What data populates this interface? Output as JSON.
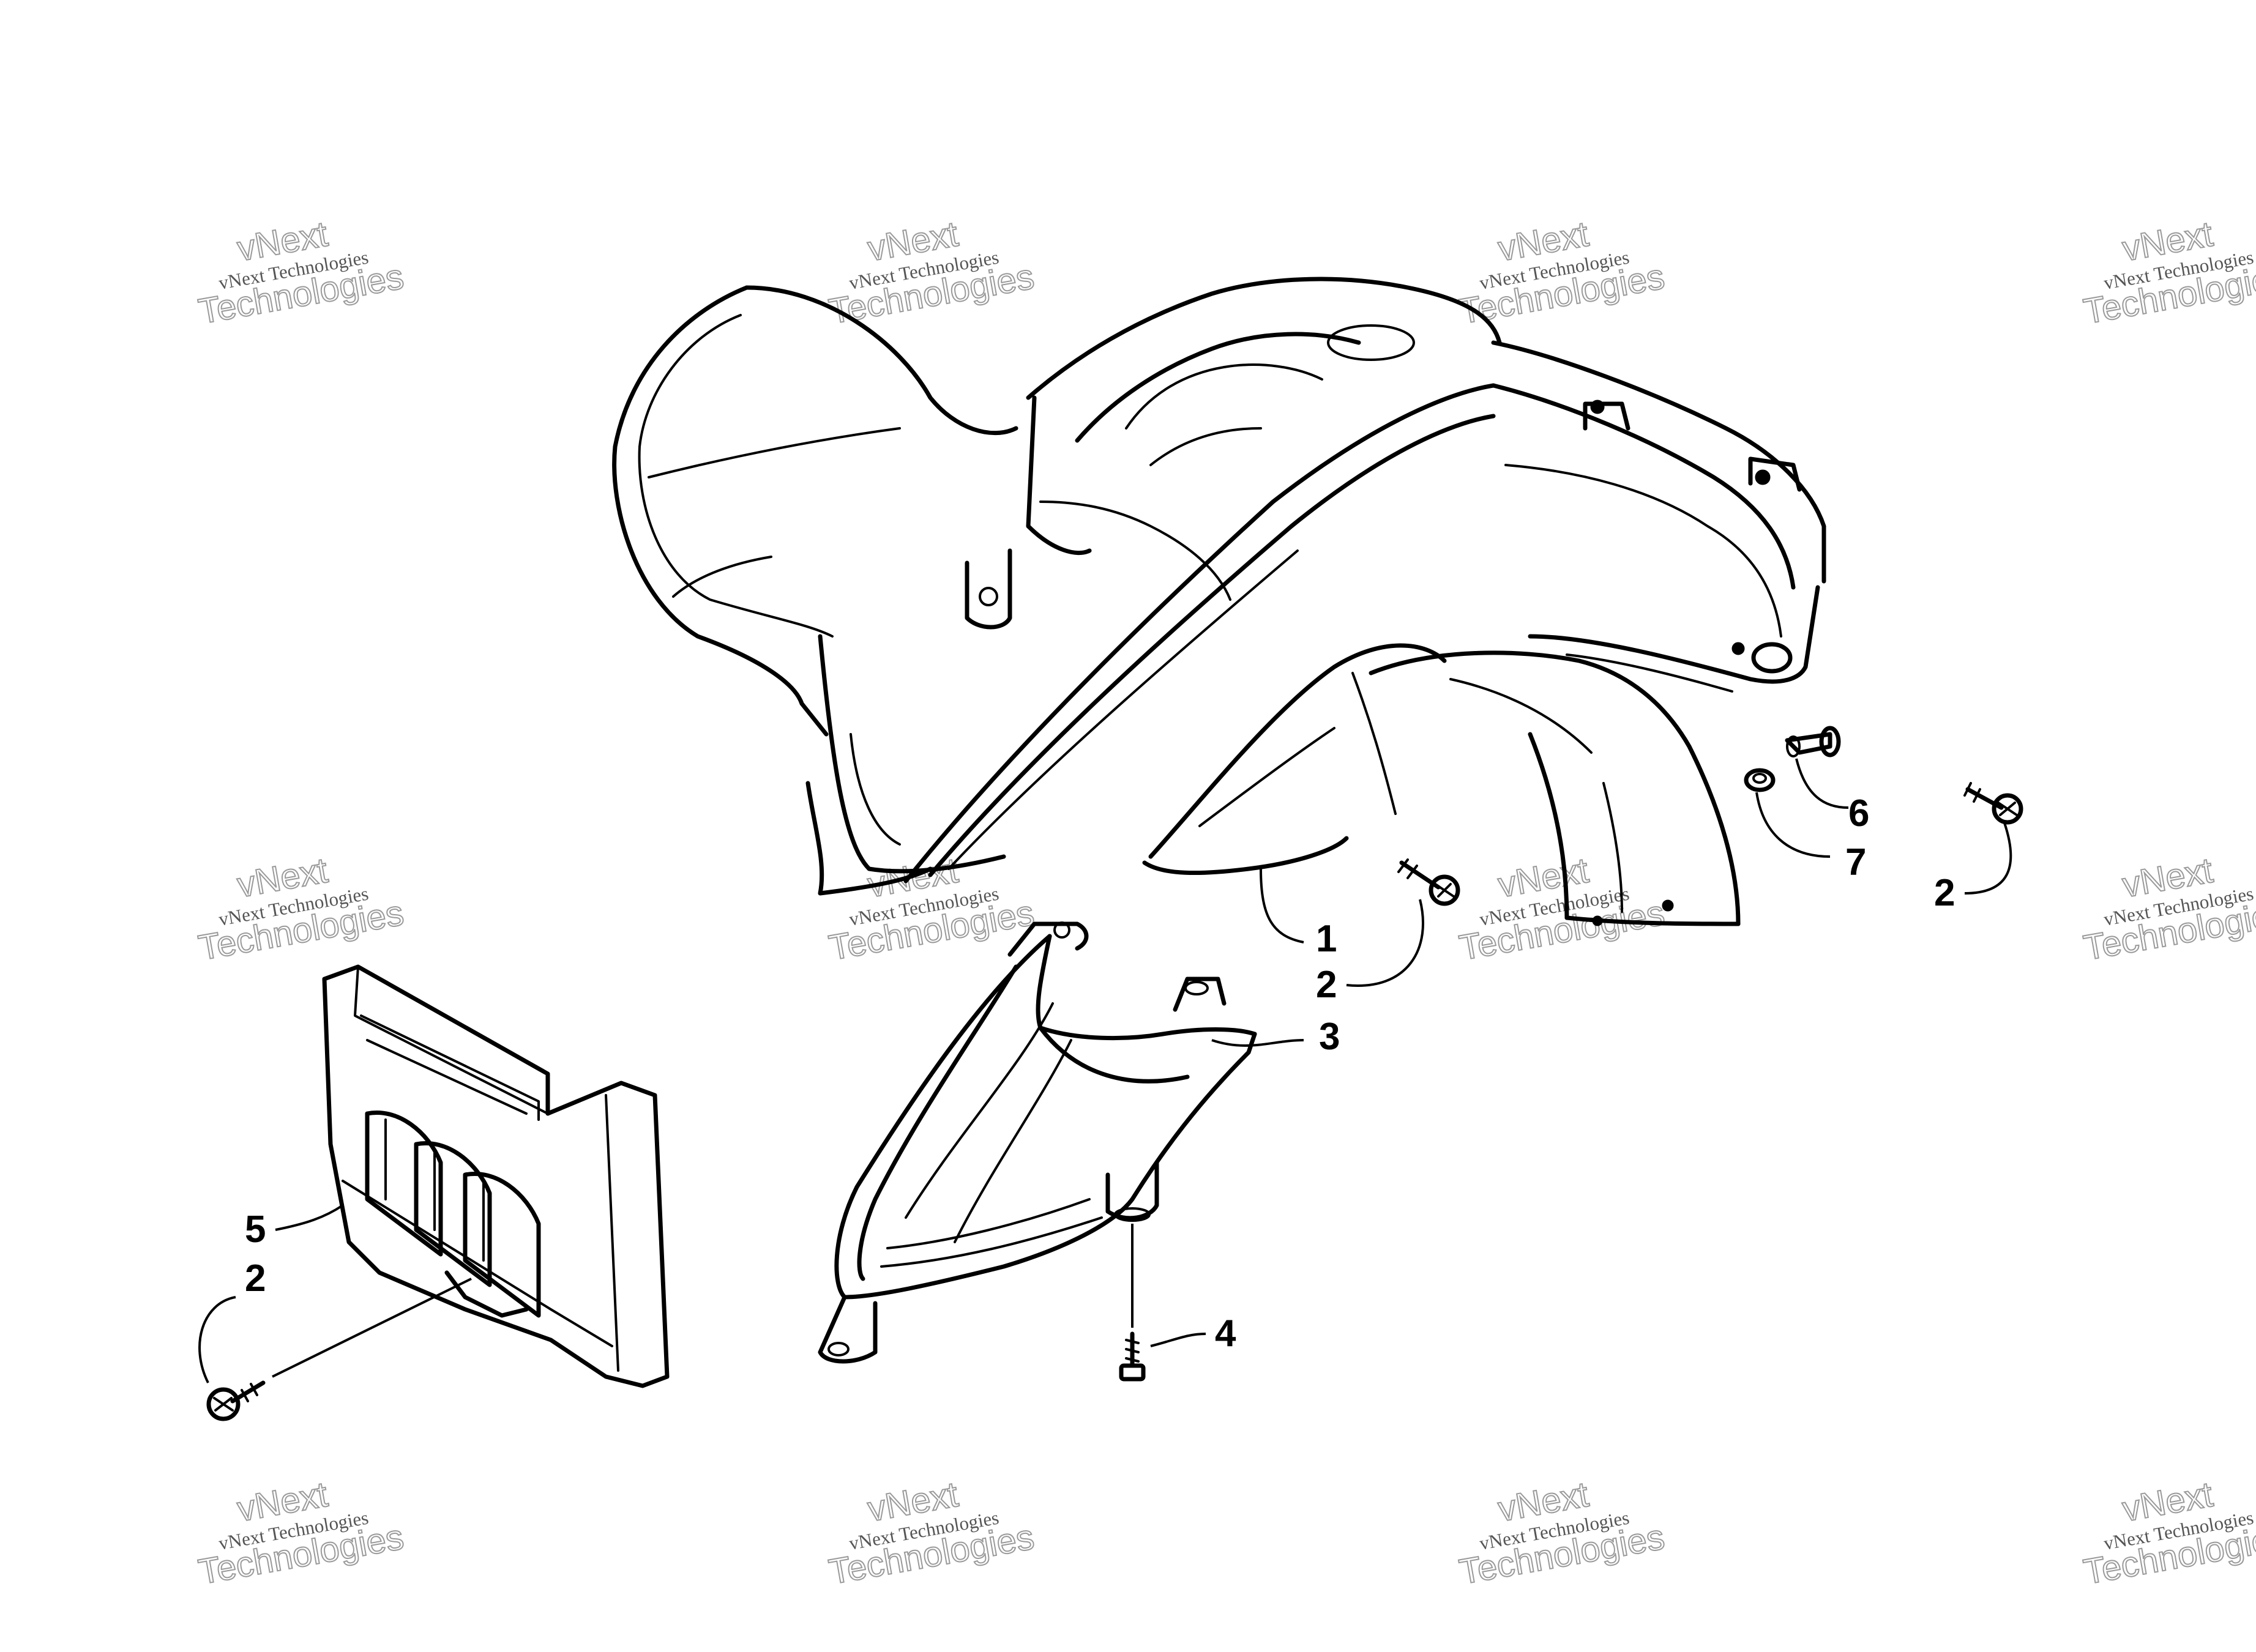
{
  "watermark": {
    "line_small": "vNext Technologies",
    "line_big_top": "vNext",
    "line_big_bottom": "Technologies"
  },
  "callouts": [
    {
      "id": "c1",
      "label": "1"
    },
    {
      "id": "c2a",
      "label": "2"
    },
    {
      "id": "c2b",
      "label": "2"
    },
    {
      "id": "c2c",
      "label": "2"
    },
    {
      "id": "c3",
      "label": "3"
    },
    {
      "id": "c4",
      "label": "4"
    },
    {
      "id": "c5",
      "label": "5"
    },
    {
      "id": "c6",
      "label": "6"
    },
    {
      "id": "c7",
      "label": "7"
    }
  ],
  "colors": {
    "line": "#000000",
    "watermark": "#9a9a9a",
    "background": "#ffffff"
  }
}
